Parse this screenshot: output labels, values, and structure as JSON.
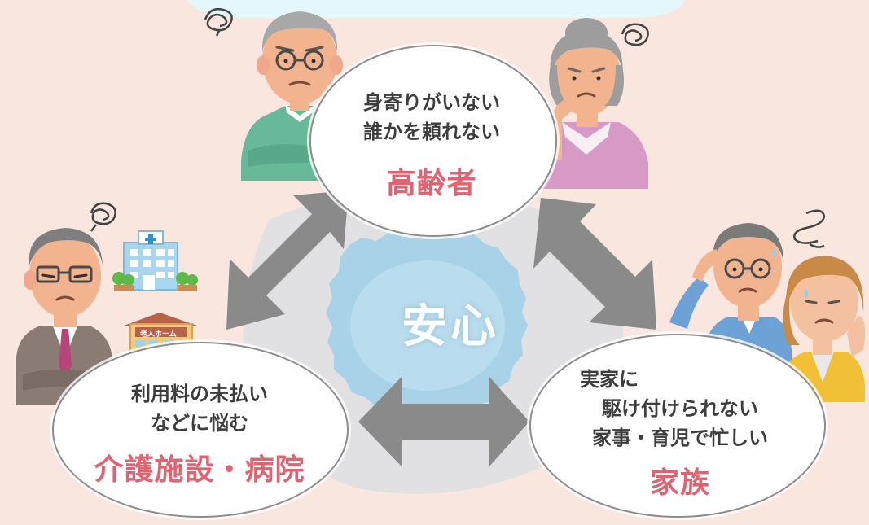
{
  "center": {
    "label": "安心"
  },
  "elderly": {
    "line1": "身寄りがいない",
    "line2": "誰かを頼れない",
    "title": "高齢者"
  },
  "facility": {
    "line1": "利用料の未払い",
    "line2": "などに悩む",
    "title": "介護施設・病院",
    "building_sign": "老人ホーム"
  },
  "family": {
    "line1": "実家に",
    "line2": "駆け付けられない",
    "line3": "家事・育児で忙しい",
    "title": "家族"
  },
  "colors": {
    "accent": "#e06372",
    "arrow": "#8a8a8a",
    "background": "#f8e6df",
    "center_blob": "#a8d2e8"
  }
}
